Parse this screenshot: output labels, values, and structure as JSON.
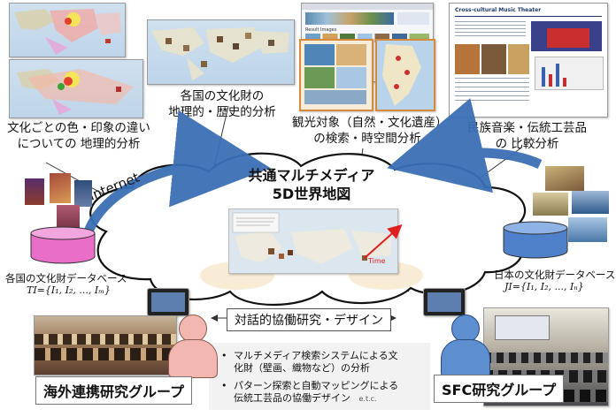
{
  "captions": {
    "color_impression": [
      "文化ごとの色・印象の違い",
      "についての 地理的分析"
    ],
    "heritage_geo": [
      "各国の文化財の",
      "地理的・歴史的分析"
    ],
    "tourism": [
      "観光対象（自然・文化遺産）",
      "の検索・時空間分析"
    ],
    "music": [
      "民族音楽・伝統工芸品",
      "の 比較分析"
    ]
  },
  "center": {
    "title_line1": "共通マルチメディア",
    "title_line2": "5D世界地図",
    "internet_label": "Internet",
    "time_label": "Time"
  },
  "db_left": {
    "label": "各国の文化財データベース",
    "formula": "TI={I₁, I₂, ..., Iₘ}"
  },
  "db_right": {
    "label": "日本の文化財データベース",
    "formula": "JI={I₁, I₂, ..., Iₙ}"
  },
  "collab": {
    "title": "対話的協働研究・デザイン",
    "bullets": [
      [
        "マルチメディア検索システムによる文",
        "化財（壁画、織物など）の分析"
      ],
      [
        "パターン探索と自動マッピングによる",
        "伝統工芸品の協働デザイン"
      ]
    ],
    "etc": "e.t.c."
  },
  "groups": {
    "left": "海外連携研究グループ",
    "right": "SFC研究グループ"
  },
  "screens": {
    "music_title": "Cross-cultural Music Theater",
    "tour_header": "Result Images"
  },
  "colors": {
    "arrow_blue": "#3a6fb5",
    "db_pink": "#e86ec8",
    "db_blue": "#4e81c9",
    "person_pink": "#f2b8b0",
    "person_blue": "#5d8fd0",
    "time_red": "#e02020",
    "cloud_edge": "#111111"
  }
}
